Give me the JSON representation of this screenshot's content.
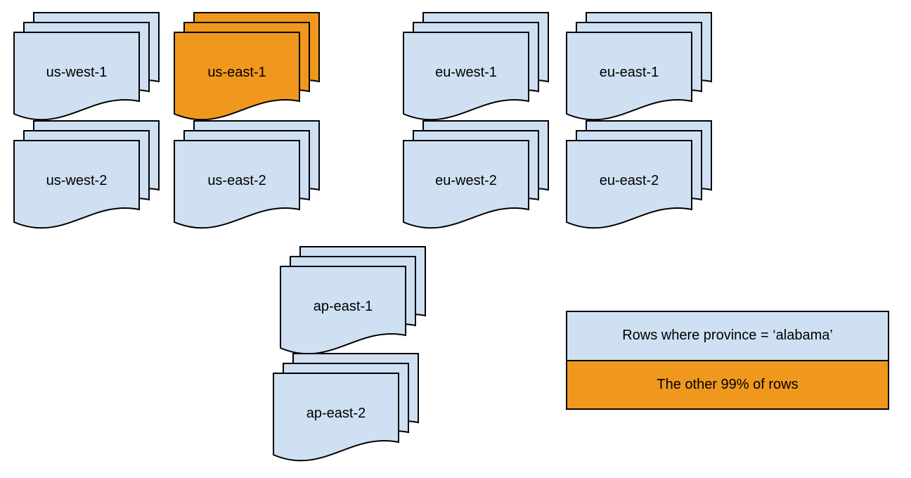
{
  "stacks": [
    {
      "id": "us-west-1",
      "label": "us-west-1",
      "color": "#cfe0f2",
      "highlighted": false
    },
    {
      "id": "us-east-1",
      "label": "us-east-1",
      "color": "#f0981e",
      "highlighted": true
    },
    {
      "id": "eu-west-1",
      "label": "eu-west-1",
      "color": "#cfe0f2",
      "highlighted": false
    },
    {
      "id": "eu-east-1",
      "label": "eu-east-1",
      "color": "#cfe0f2",
      "highlighted": false
    },
    {
      "id": "us-west-2",
      "label": "us-west-2",
      "color": "#cfe0f2",
      "highlighted": false
    },
    {
      "id": "us-east-2",
      "label": "us-east-2",
      "color": "#cfe0f2",
      "highlighted": false
    },
    {
      "id": "eu-west-2",
      "label": "eu-west-2",
      "color": "#cfe0f2",
      "highlighted": false
    },
    {
      "id": "eu-east-2",
      "label": "eu-east-2",
      "color": "#cfe0f2",
      "highlighted": false
    },
    {
      "id": "ap-east-1",
      "label": "ap-east-1",
      "color": "#cfe0f2",
      "highlighted": false
    },
    {
      "id": "ap-east-2",
      "label": "ap-east-2",
      "color": "#cfe0f2",
      "highlighted": false
    }
  ],
  "legend": {
    "rows": [
      {
        "label": "Rows where province = ‘alabama’",
        "color": "#cfe0f2"
      },
      {
        "label": "The other 99% of rows",
        "color": "#f0981e"
      }
    ]
  },
  "colors": {
    "document_blue": "#cfe0f2",
    "highlight_orange": "#f0981e",
    "outline": "#000000",
    "text": "#000000",
    "background": "#ffffff"
  }
}
